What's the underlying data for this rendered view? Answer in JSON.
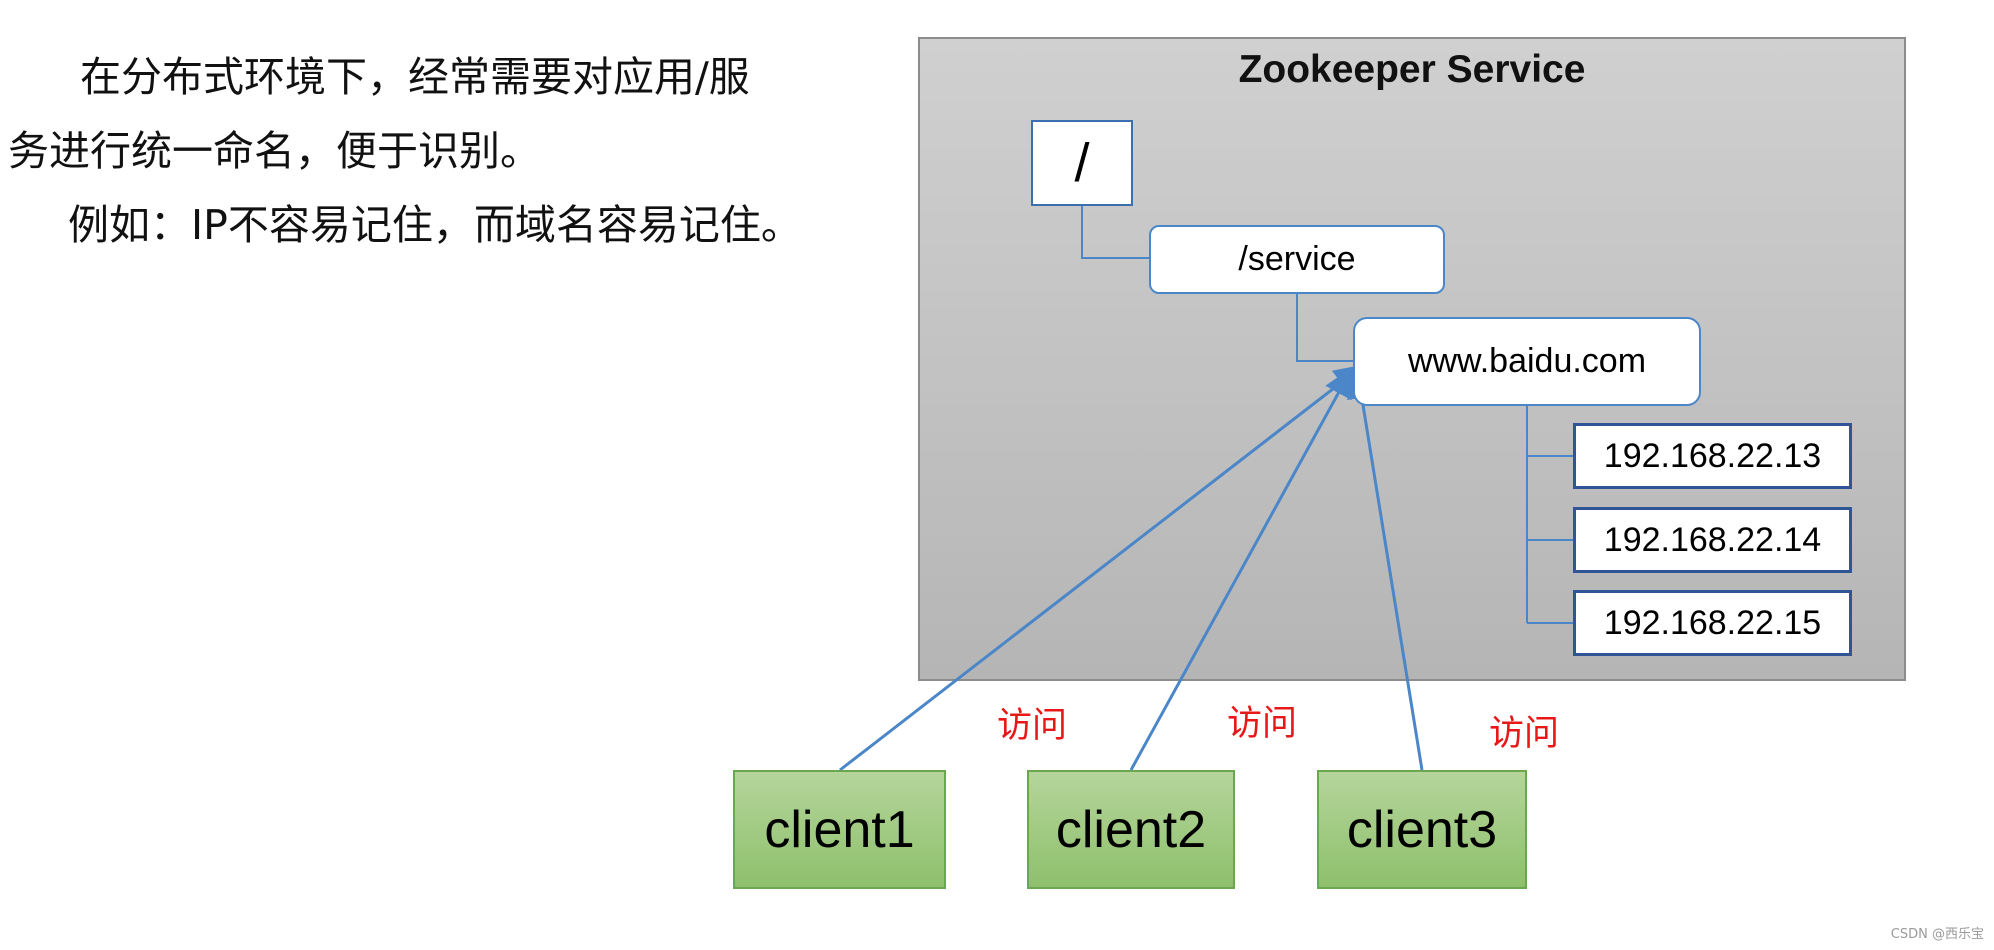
{
  "description": {
    "line1": "在分布式环境下，经常需要对应用/服",
    "line2": "务进行统一命名，便于识别。",
    "line3": "例如：IP不容易记住，而域名容易记住。"
  },
  "service": {
    "title": "Zookeeper Service",
    "root": "/",
    "service_node": "/service",
    "domain_node": "www.baidu.com",
    "ips": [
      "192.168.22.13",
      "192.168.22.14",
      "192.168.22.15"
    ]
  },
  "clients": [
    "client1",
    "client2",
    "client3"
  ],
  "access_label": "访问",
  "watermark": "CSDN @西乐宝",
  "colors": {
    "tree_line": "#4a86c8",
    "access_arrow": "#4a86c8",
    "access_text": "#e81818",
    "client_fill": "#9cc87c",
    "service_bg": "#c2c2c2"
  }
}
